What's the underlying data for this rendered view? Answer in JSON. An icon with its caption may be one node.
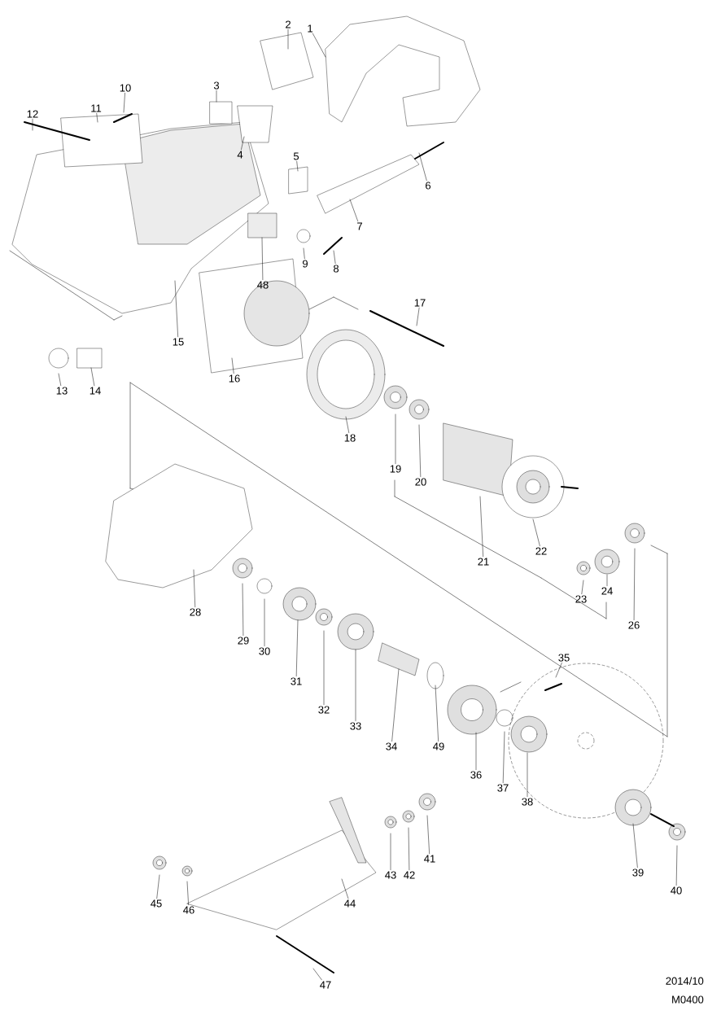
{
  "diagram": {
    "nodes": [
      {
        "text": [
          "1"
        ]
      },
      {
        "text": [
          "2"
        ]
      },
      {
        "text": [
          "3"
        ]
      },
      {
        "text": [
          "4"
        ]
      },
      {
        "text": [
          "5"
        ]
      },
      {
        "text": [
          "6"
        ]
      },
      {
        "text": [
          "7"
        ]
      },
      {
        "text": [
          "8"
        ]
      },
      {
        "text": [
          "9"
        ]
      },
      {
        "text": [
          "10"
        ]
      },
      {
        "text": [
          "11"
        ]
      },
      {
        "text": [
          "12"
        ]
      },
      {
        "text": [
          "13"
        ]
      },
      {
        "text": [
          "14"
        ]
      },
      {
        "text": [
          "15"
        ]
      },
      {
        "text": [
          "16"
        ]
      },
      {
        "text": [
          "17"
        ]
      },
      {
        "text": [
          "18"
        ]
      },
      {
        "text": [
          "19"
        ]
      },
      {
        "text": [
          "20"
        ]
      },
      {
        "text": [
          "21"
        ]
      },
      {
        "text": [
          "22"
        ]
      },
      {
        "text": [
          "23"
        ]
      },
      {
        "text": [
          "24"
        ]
      },
      {
        "text": [
          "26"
        ]
      },
      {
        "text": [
          "28"
        ]
      },
      {
        "text": [
          "29"
        ]
      },
      {
        "text": [
          "30"
        ]
      },
      {
        "text": [
          "31"
        ]
      },
      {
        "text": [
          "32"
        ]
      },
      {
        "text": [
          "33"
        ]
      },
      {
        "text": [
          "34"
        ]
      },
      {
        "text": [
          "35"
        ]
      },
      {
        "text": [
          "36"
        ]
      },
      {
        "text": [
          "37"
        ]
      },
      {
        "text": [
          "38"
        ]
      },
      {
        "text": [
          "39"
        ]
      },
      {
        "text": [
          "40"
        ]
      },
      {
        "text": [
          "41"
        ]
      },
      {
        "text": [
          "42"
        ]
      },
      {
        "text": [
          "43"
        ]
      },
      {
        "text": [
          "44"
        ]
      },
      {
        "text": [
          "45"
        ]
      },
      {
        "text": [
          "46"
        ]
      },
      {
        "text": [
          "47"
        ]
      },
      {
        "text": [
          "48"
        ]
      },
      {
        "text": [
          "49"
        ]
      }
    ],
    "edges": [
      {
        "from": 0,
        "to": null,
        "arrow": "none"
      },
      {
        "from": 1,
        "to": null,
        "arrow": "none"
      },
      {
        "from": 2,
        "to": null,
        "arrow": "none"
      },
      {
        "from": 3,
        "to": null,
        "arrow": "none"
      },
      {
        "from": 4,
        "to": null,
        "arrow": "none"
      },
      {
        "from": 5,
        "to": null,
        "arrow": "none"
      },
      {
        "from": 6,
        "to": null,
        "arrow": "none"
      },
      {
        "from": 7,
        "to": null,
        "arrow": "none"
      },
      {
        "from": 8,
        "to": null,
        "arrow": "none"
      },
      {
        "from": 9,
        "to": null,
        "arrow": "none"
      },
      {
        "from": 10,
        "to": null,
        "arrow": "none"
      },
      {
        "from": 11,
        "to": null,
        "arrow": "none"
      },
      {
        "from": 12,
        "to": null,
        "arrow": "none"
      },
      {
        "from": 13,
        "to": null,
        "arrow": "none"
      },
      {
        "from": 14,
        "to": null,
        "arrow": "none"
      },
      {
        "from": 15,
        "to": null,
        "arrow": "none"
      },
      {
        "from": 16,
        "to": null,
        "arrow": "none"
      },
      {
        "from": 17,
        "to": null,
        "arrow": "none"
      },
      {
        "from": 18,
        "to": null,
        "arrow": "none"
      },
      {
        "from": 19,
        "to": null,
        "arrow": "none"
      },
      {
        "from": 20,
        "to": null,
        "arrow": "none"
      },
      {
        "from": 21,
        "to": null,
        "arrow": "none"
      },
      {
        "from": 22,
        "to": null,
        "arrow": "none"
      },
      {
        "from": 23,
        "to": null,
        "arrow": "none"
      },
      {
        "from": 24,
        "to": null,
        "arrow": "none"
      },
      {
        "from": 25,
        "to": null,
        "arrow": "none"
      },
      {
        "from": 26,
        "to": null,
        "arrow": "none"
      },
      {
        "from": 27,
        "to": null,
        "arrow": "none"
      },
      {
        "from": 28,
        "to": null,
        "arrow": "none"
      },
      {
        "from": 29,
        "to": null,
        "arrow": "none"
      },
      {
        "from": 30,
        "to": null,
        "arrow": "none"
      },
      {
        "from": 31,
        "to": null,
        "arrow": "none"
      },
      {
        "from": 32,
        "to": null,
        "arrow": "none"
      },
      {
        "from": 33,
        "to": null,
        "arrow": "none"
      },
      {
        "from": 34,
        "to": null,
        "arrow": "none"
      },
      {
        "from": 35,
        "to": null,
        "arrow": "none"
      },
      {
        "from": 36,
        "to": null,
        "arrow": "none"
      },
      {
        "from": 37,
        "to": null,
        "arrow": "none"
      },
      {
        "from": 38,
        "to": null,
        "arrow": "none"
      },
      {
        "from": 39,
        "to": null,
        "arrow": "none"
      },
      {
        "from": 40,
        "to": null,
        "arrow": "none"
      },
      {
        "from": 41,
        "to": null,
        "arrow": "none"
      },
      {
        "from": 42,
        "to": null,
        "arrow": "none"
      },
      {
        "from": 43,
        "to": null,
        "arrow": "none"
      },
      {
        "from": 44,
        "to": null,
        "arrow": "none"
      },
      {
        "from": 45,
        "to": null,
        "arrow": "none"
      },
      {
        "from": 46,
        "to": null,
        "arrow": "none"
      }
    ],
    "labels": [
      "2014/10",
      "M0400"
    ]
  }
}
